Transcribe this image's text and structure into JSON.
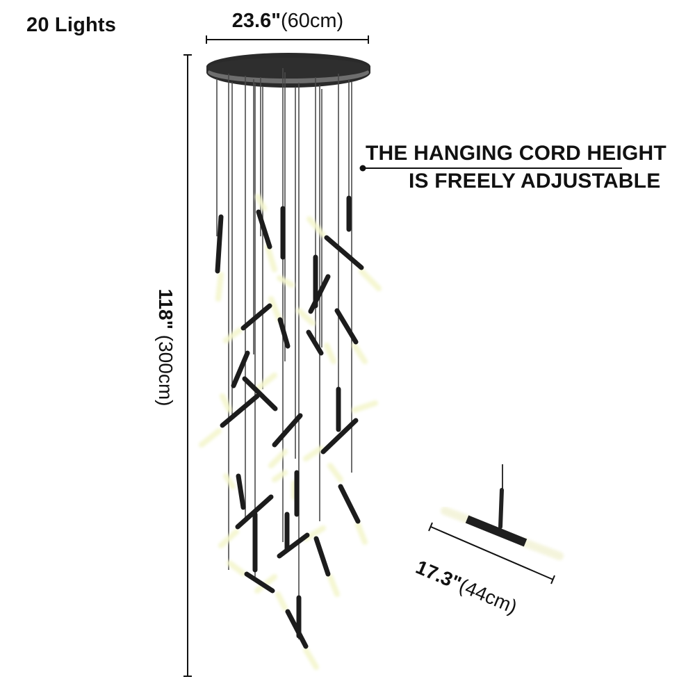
{
  "title": "20 Lights",
  "dimensions": {
    "width": {
      "imperial": "23.6\"",
      "metric": "(60cm)"
    },
    "height": {
      "imperial": "118\"",
      "metric": " (300cm)"
    },
    "light_length": {
      "imperial": "17.3\"",
      "metric": "(44cm)"
    }
  },
  "note": {
    "line1": "THE HANGING CORD HEIGHT",
    "line2": "IS FREELY ADJUSTABLE"
  },
  "colors": {
    "canopy": "#2a2a2a",
    "canopy_underside": "#6b6b6b",
    "tube": "#1c1c1c",
    "glow": "#f6f7d8",
    "cord": "#444444",
    "dimension_line": "#111111"
  },
  "product": {
    "light_count": 20
  }
}
